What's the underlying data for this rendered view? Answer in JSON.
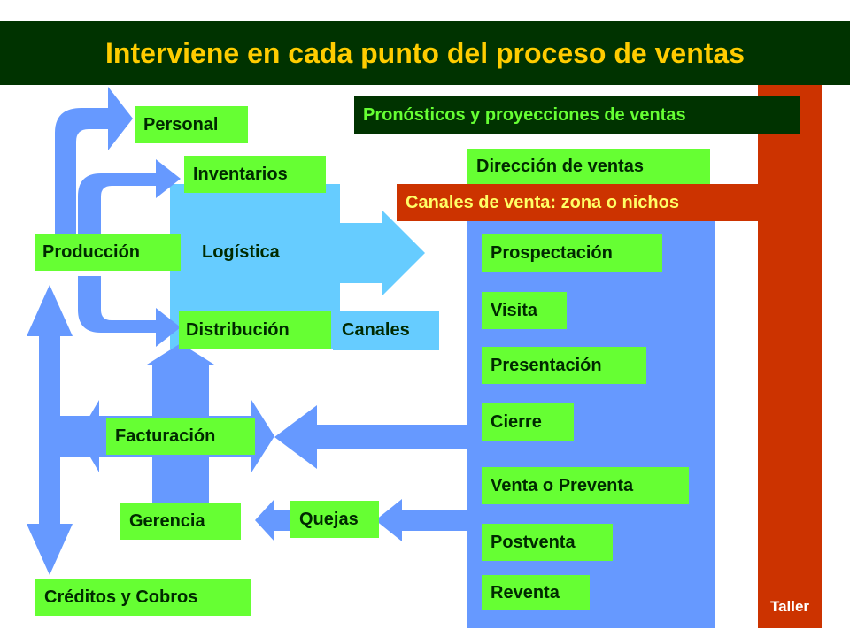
{
  "title": "Interviene en cada punto del proceso de ventas",
  "header_boxes": {
    "pronosticos": "Pronósticos y proyecciones de ventas",
    "direccion": "Dirección de ventas",
    "canales_venta": "Canales de venta: zona o nichos"
  },
  "left_nodes": {
    "personal": "Personal",
    "inventarios": "Inventarios",
    "produccion": "Producción",
    "logistica": "Logística",
    "distribucion": "Distribución",
    "canales": "Canales",
    "facturacion": "Facturación",
    "gerencia": "Gerencia",
    "quejas": "Quejas",
    "creditos": "Créditos y Cobros"
  },
  "stages": [
    "Prospectación",
    "Visita",
    "Presentación",
    "Cierre",
    "Venta o Preventa",
    "Postventa",
    "Reventa"
  ],
  "taller": "Taller",
  "colors": {
    "title_bg": "#003300",
    "title_text": "#ffcc00",
    "green_box": "#66ff33",
    "blue_arrow": "#6699ff",
    "light_blue": "#66ccff",
    "red_bar": "#cc3300"
  }
}
